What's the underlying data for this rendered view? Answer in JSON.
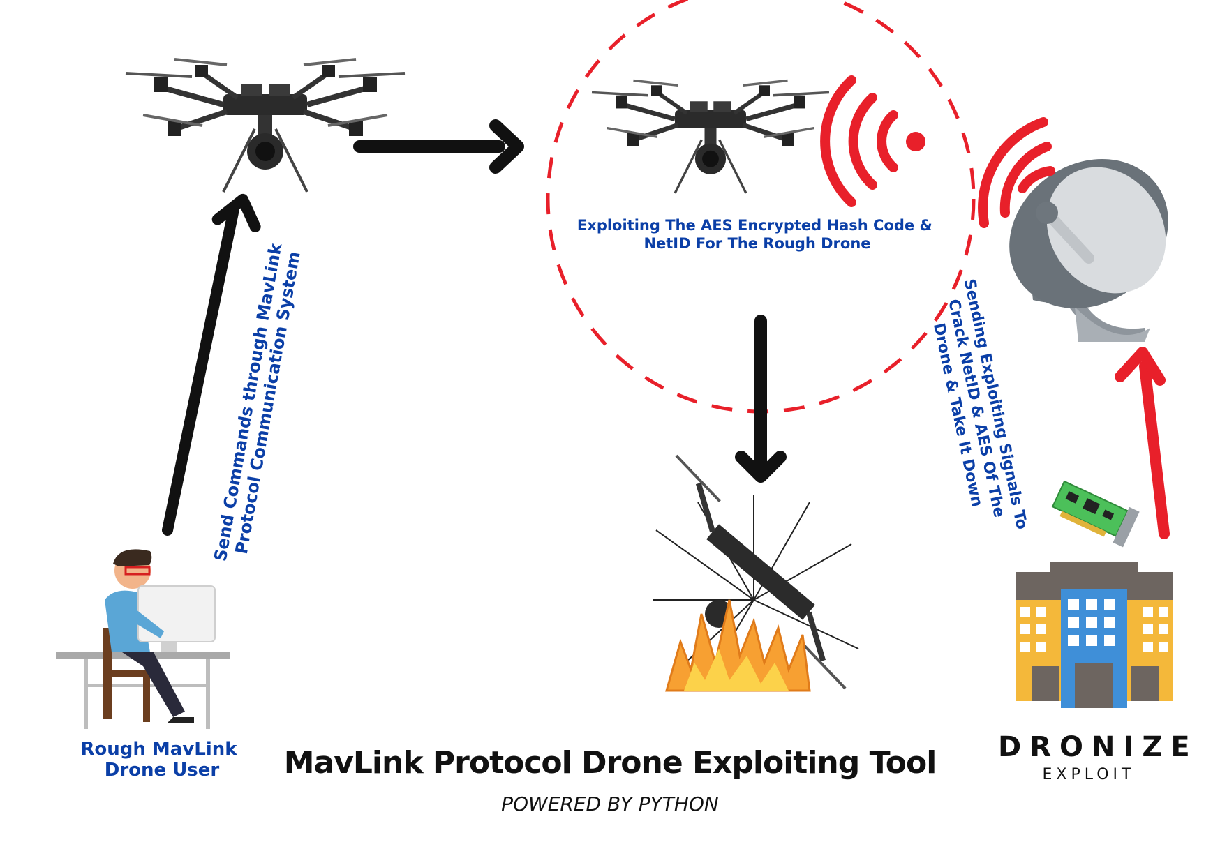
{
  "labels": {
    "user": [
      "Rough MavLink",
      "Drone User"
    ],
    "send_commands": [
      "Send Commands through MavLink",
      "Protocol Communication System"
    ],
    "exploiting": [
      "Exploiting The AES Encrypted Hash Code &",
      "NetID For The Rough Drone"
    ],
    "sending_signals": [
      "Sending Exploiting Signals To",
      "Crack NetID & AES Of The",
      "Drone & Take It Down"
    ]
  },
  "title": "MavLink Protocol Drone Exploiting Tool",
  "subtitle": "POWERED BY PYTHON",
  "brand": {
    "name": "DRONIZE",
    "tagline": "EXPLOIT"
  },
  "colors": {
    "text_blue": "#0b3fa7",
    "red": "#e8202a",
    "black": "#111111",
    "building_yellow": "#f4b83a",
    "building_blue": "#3f8fd8"
  },
  "icons": [
    "drone-icon",
    "drone-target-icon",
    "wifi-signal-icon",
    "satellite-dish-icon",
    "network-card-icon",
    "building-icon",
    "crashed-drone-icon",
    "user-at-computer-icon"
  ]
}
